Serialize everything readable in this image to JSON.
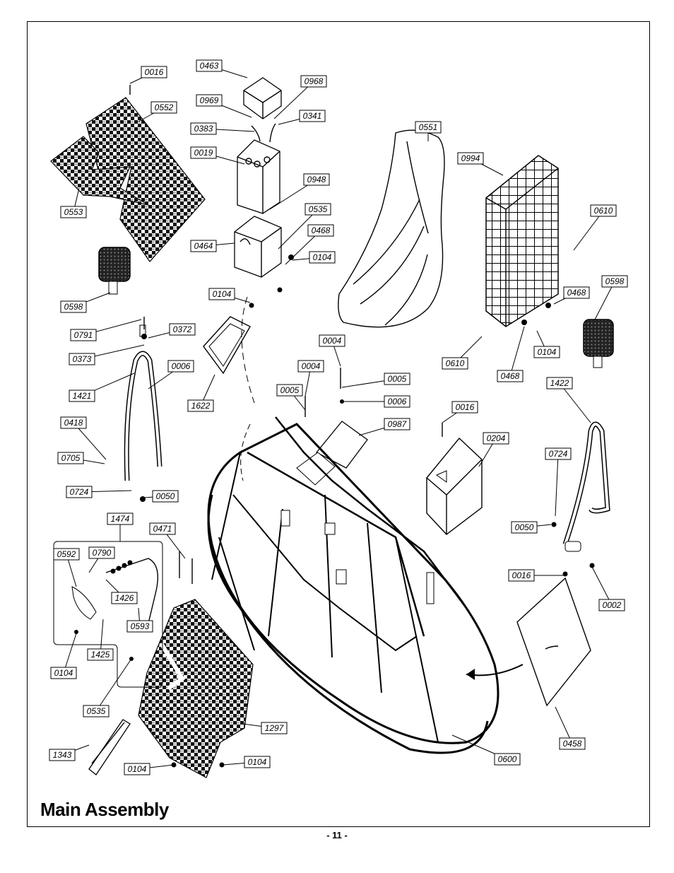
{
  "title": "Main Assembly",
  "page_number": "- 11 -",
  "callouts": [
    {
      "id": "0016a",
      "text": "0016"
    },
    {
      "id": "0552",
      "text": "0552"
    },
    {
      "id": "0553",
      "text": "0553"
    },
    {
      "id": "0463",
      "text": "0463"
    },
    {
      "id": "0968",
      "text": "0968"
    },
    {
      "id": "0969",
      "text": "0969"
    },
    {
      "id": "0341",
      "text": "0341"
    },
    {
      "id": "0383",
      "text": "0383"
    },
    {
      "id": "0019",
      "text": "0019"
    },
    {
      "id": "0948",
      "text": "0948"
    },
    {
      "id": "0535a",
      "text": "0535"
    },
    {
      "id": "0464",
      "text": "0464"
    },
    {
      "id": "0468a",
      "text": "0468"
    },
    {
      "id": "0104a",
      "text": "0104"
    },
    {
      "id": "0551",
      "text": "0551"
    },
    {
      "id": "0994",
      "text": "0994"
    },
    {
      "id": "0610a",
      "text": "0610"
    },
    {
      "id": "0598a",
      "text": "0598"
    },
    {
      "id": "0598b",
      "text": "0598"
    },
    {
      "id": "0104b",
      "text": "0104"
    },
    {
      "id": "0791",
      "text": "0791"
    },
    {
      "id": "0372",
      "text": "0372"
    },
    {
      "id": "0373",
      "text": "0373"
    },
    {
      "id": "0006a",
      "text": "0006"
    },
    {
      "id": "1421",
      "text": "1421"
    },
    {
      "id": "1622",
      "text": "1622"
    },
    {
      "id": "0004a",
      "text": "0004"
    },
    {
      "id": "0004b",
      "text": "0004"
    },
    {
      "id": "0005a",
      "text": "0005"
    },
    {
      "id": "0005b",
      "text": "0005"
    },
    {
      "id": "0006b",
      "text": "0006"
    },
    {
      "id": "0987",
      "text": "0987"
    },
    {
      "id": "0468b",
      "text": "0468"
    },
    {
      "id": "0104c",
      "text": "0104"
    },
    {
      "id": "0610b",
      "text": "0610"
    },
    {
      "id": "0468c",
      "text": "0468"
    },
    {
      "id": "1422",
      "text": "1422"
    },
    {
      "id": "0418",
      "text": "0418"
    },
    {
      "id": "0705",
      "text": "0705"
    },
    {
      "id": "0724a",
      "text": "0724"
    },
    {
      "id": "0050a",
      "text": "0050"
    },
    {
      "id": "0016b",
      "text": "0016"
    },
    {
      "id": "0204",
      "text": "0204"
    },
    {
      "id": "0724b",
      "text": "0724"
    },
    {
      "id": "0050b",
      "text": "0050"
    },
    {
      "id": "1474",
      "text": "1474"
    },
    {
      "id": "0471",
      "text": "0471"
    },
    {
      "id": "0592",
      "text": "0592"
    },
    {
      "id": "0790",
      "text": "0790"
    },
    {
      "id": "1426",
      "text": "1426"
    },
    {
      "id": "0593",
      "text": "0593"
    },
    {
      "id": "1425",
      "text": "1425"
    },
    {
      "id": "0104d",
      "text": "0104"
    },
    {
      "id": "0016c",
      "text": "0016"
    },
    {
      "id": "0002",
      "text": "0002"
    },
    {
      "id": "0535b",
      "text": "0535"
    },
    {
      "id": "1297",
      "text": "1297"
    },
    {
      "id": "1343",
      "text": "1343"
    },
    {
      "id": "0104e",
      "text": "0104"
    },
    {
      "id": "0104f",
      "text": "0104"
    },
    {
      "id": "0600",
      "text": "0600"
    },
    {
      "id": "0458",
      "text": "0458"
    }
  ]
}
